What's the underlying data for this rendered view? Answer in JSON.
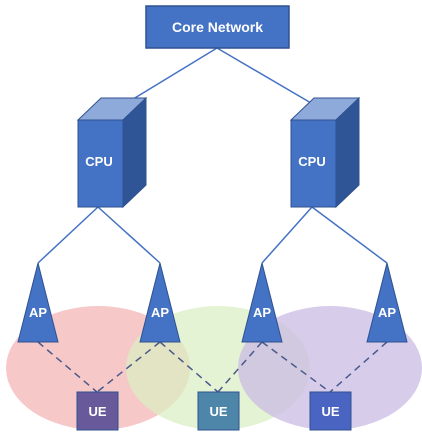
{
  "core": {
    "label": "Core Network"
  },
  "cpus": [
    {
      "label": "CPU"
    },
    {
      "label": "CPU"
    }
  ],
  "aps": [
    {
      "label": "AP"
    },
    {
      "label": "AP"
    },
    {
      "label": "AP"
    },
    {
      "label": "AP"
    }
  ],
  "ues": [
    {
      "label": "UE"
    },
    {
      "label": "UE"
    },
    {
      "label": "UE"
    }
  ],
  "colors": {
    "node_blue": "#4472c4",
    "node_border": "#2f528f",
    "cpu_top": "#8eaadb",
    "cpu_side": "#2f5597",
    "link": "#4472c4",
    "cell_red": "#f4b6b6",
    "cell_green": "#d9efc2",
    "cell_purple": "#c9b8e3"
  }
}
